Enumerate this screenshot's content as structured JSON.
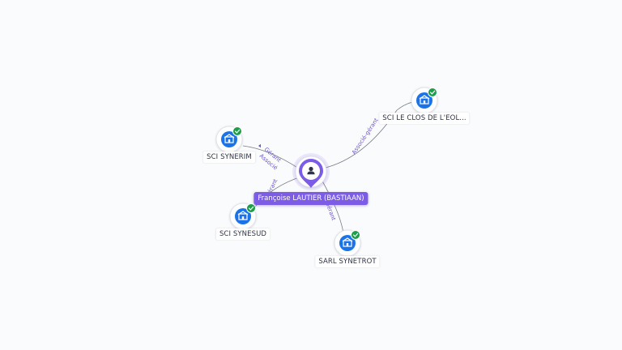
{
  "colors": {
    "person": "#7c5ce6",
    "company": "#1a73e8",
    "verified": "#1e9e4a",
    "edge": "#7a7f8c",
    "edge_label": "#6b56c9"
  },
  "person": {
    "name": "Françoise LAUTIER (BASTIAAN)",
    "icon": "user-icon"
  },
  "companies": [
    {
      "id": "synerim",
      "name": "SCI SYNERIM",
      "icon": "building-icon",
      "verified": true
    },
    {
      "id": "clos",
      "name": "SCI LE CLOS DE L'EOL...",
      "icon": "building-icon",
      "verified": true
    },
    {
      "id": "synesud",
      "name": "SCI SYNESUD",
      "icon": "building-icon",
      "verified": true
    },
    {
      "id": "synetrot",
      "name": "SARL SYNETROT",
      "icon": "building-icon",
      "verified": true
    }
  ],
  "edges": [
    {
      "to": "synerim",
      "labels": [
        "Gérant",
        "Associé"
      ]
    },
    {
      "to": "clos",
      "labels": [
        "Associé-gérant"
      ]
    },
    {
      "to": "synesud",
      "labels": [
        "Gérant"
      ]
    },
    {
      "to": "synetrot",
      "labels": [
        "Gérant"
      ]
    }
  ]
}
